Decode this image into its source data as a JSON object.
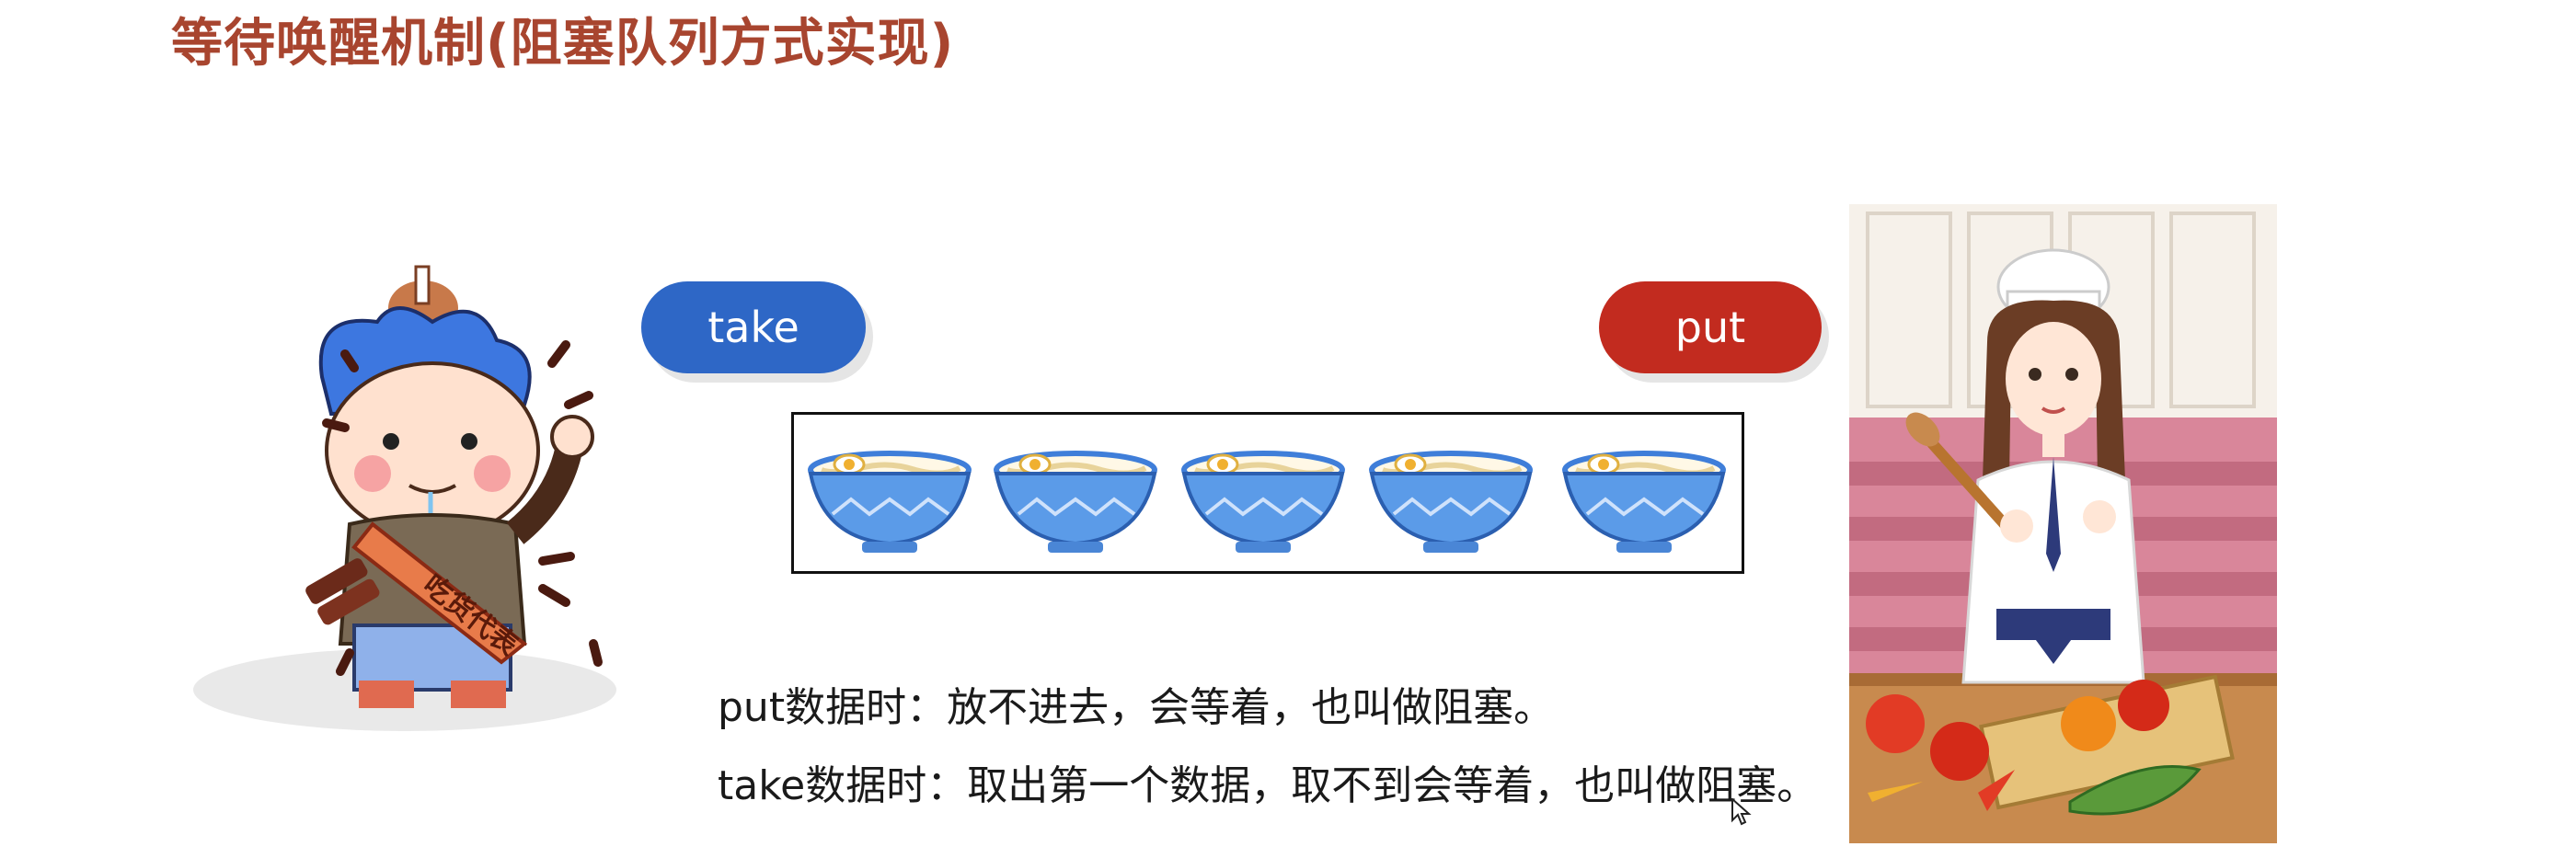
{
  "slide": {
    "title": "等待唤醒机制(阻塞队列方式实现)"
  },
  "buttons": {
    "take_label": "take",
    "put_label": "put"
  },
  "queue": {
    "item_icon": "noodle-bowl-icon",
    "item_count": 5
  },
  "description": {
    "put_line": "put数据时：放不进去，会等着，也叫做阻塞。",
    "take_line": "take数据时：取出第一个数据，取不到会等着，也叫做阻塞。"
  },
  "illustrations": {
    "left": "foodie-character",
    "left_sash_text": "吃货代表",
    "right": "chef-woman"
  },
  "colors": {
    "title": "#a8452f",
    "take": "#2e67c6",
    "put": "#c22b1f",
    "bowl": "#5b9be8"
  }
}
